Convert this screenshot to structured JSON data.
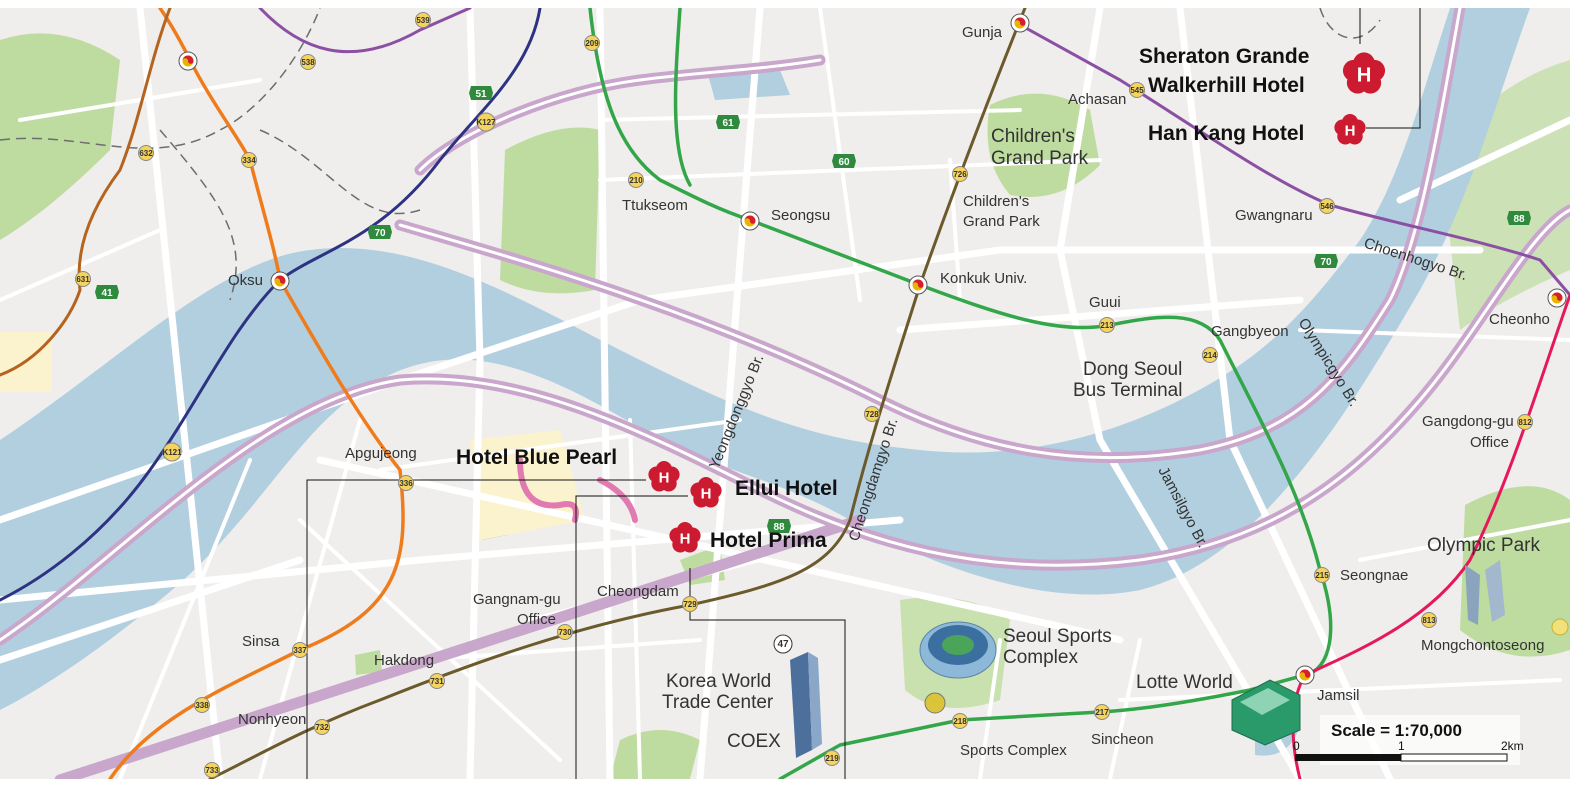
{
  "hotels": {
    "sheraton_line1": "Sheraton Grande",
    "sheraton_line2": "Walkerhill Hotel",
    "han_kang": "Han Kang Hotel",
    "blue_pearl": "Hotel Blue Pearl",
    "ellui": "Ellui Hotel",
    "prima": "Hotel Prima"
  },
  "stations": {
    "gunja": "Gunja",
    "achasan": "Achasan",
    "childrens_grand_park_1": "Children's",
    "childrens_grand_park_2": "Grand Park",
    "ttukseom": "Ttukseom",
    "seongsu": "Seongsu",
    "gwangnaru": "Gwangnaru",
    "oksu": "Oksu",
    "konkuk": "Konkuk Univ.",
    "guui": "Guui",
    "gangbyeon": "Gangbyeon",
    "cheonho": "Cheonho",
    "apgujeong": "Apgujeong",
    "gangdong_office_1": "Gangdong-gu",
    "gangdong_office_2": "Office",
    "gangnam_office_1": "Gangnam-gu",
    "gangnam_office_2": "Office",
    "cheongdam": "Cheongdam",
    "seongnae": "Seongnae",
    "sinsa": "Sinsa",
    "hakdong": "Hakdong",
    "mongchontoseong": "Mongchontoseong",
    "nonhyeon": "Nonhyeon",
    "jamsil": "Jamsil",
    "sports_complex": "Sports Complex",
    "sincheon": "Sincheon"
  },
  "places": {
    "childrens_park_1": "Children's",
    "childrens_park_2": "Grand Park",
    "dong_seoul_1": "Dong Seoul",
    "dong_seoul_2": "Bus Terminal",
    "olympic_park": "Olympic Park",
    "seoul_sports_1": "Seoul Sports",
    "seoul_sports_2": "Complex",
    "lotte_world": "Lotte World",
    "kwtc_1": "Korea World",
    "kwtc_2": "Trade Center",
    "coex": "COEX"
  },
  "bridges": {
    "cheonhogyo": "Choenhogyo Br.",
    "olympicgyo": "Olympicgyo Br.",
    "yeongdonggyo": "Yeongdonggyo Br.",
    "cheongdamgyo": "Cheongdamgyo Br.",
    "jamsilgyo": "Jamsilgyo Br."
  },
  "road_markers": {
    "r51": "51",
    "r61": "61",
    "r60": "60",
    "r70a": "70",
    "r70b": "70",
    "r41": "41",
    "r88a": "88",
    "r88b": "88",
    "r47": "47"
  },
  "station_numbers": {
    "s539": "539",
    "s538": "538",
    "s209": "209",
    "k127": "K127",
    "s632": "632",
    "s334": "334",
    "s210": "210",
    "s726": "726",
    "s545": "545",
    "s546": "546",
    "s631": "631",
    "s213": "213",
    "s214": "214",
    "k121": "K121",
    "s336": "336",
    "s728": "728",
    "s812": "812",
    "s730": "730",
    "s729": "729",
    "s215": "215",
    "s337": "337",
    "s731": "731",
    "s813": "813",
    "s338": "338",
    "s732": "732",
    "s217": "217",
    "s218": "218",
    "s733": "733",
    "s219": "219"
  },
  "scale": {
    "title": "Scale = 1:70,000",
    "tick0": "0",
    "tick1": "1",
    "tick2": "2km"
  },
  "colors": {
    "land": "#efeeec",
    "river": "#b2cfe0",
    "park": "#bfdca0",
    "road": "#ffffff",
    "expressway": "#c9a6cb",
    "hotel_red": "#cc1b30",
    "line2_green": "#34a64a",
    "line3_orange": "#ef7c1c",
    "line4_navy": "#2d3382",
    "line5_purple": "#8b50a4",
    "line6_brown": "#b5641f",
    "line7_olive": "#6b5a2b",
    "line8_pink": "#e6185c"
  }
}
